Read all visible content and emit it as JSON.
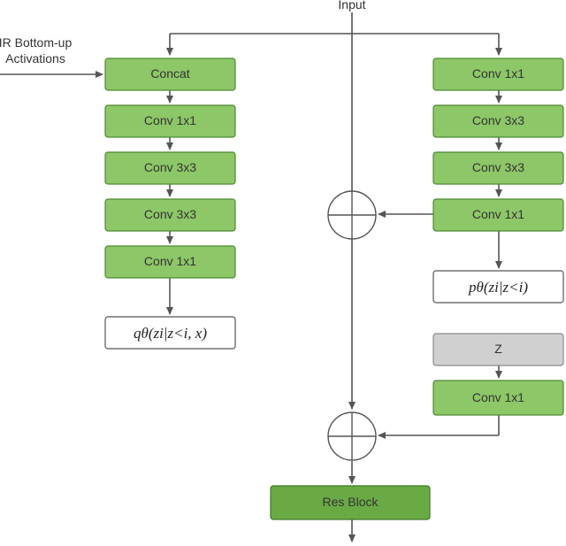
{
  "labels": {
    "input": "Input",
    "bottom_up_line1": "IR Bottom-up",
    "bottom_up_line2": "Activations"
  },
  "left_branch": {
    "blocks": [
      "Concat",
      "Conv 1x1",
      "Conv 3x3",
      "Conv 3x3",
      "Conv 1x1"
    ],
    "output": "qθ(zi|z<i, x)"
  },
  "right_branch": {
    "blocks": [
      "Conv 1x1",
      "Conv 3x3",
      "Conv 3x3",
      "Conv 1x1"
    ],
    "output": "pθ(zi|z<i)"
  },
  "z_branch": {
    "z_label": "Z",
    "conv": "Conv 1x1"
  },
  "res_block": "Res Block",
  "colors": {
    "green_fill": "#8dc767",
    "green_stroke": "#4e8a34",
    "res_fill": "#6aaa45",
    "gray_fill": "#d0d0d0",
    "gray_stroke": "#8a8a8a",
    "line": "#555555"
  }
}
